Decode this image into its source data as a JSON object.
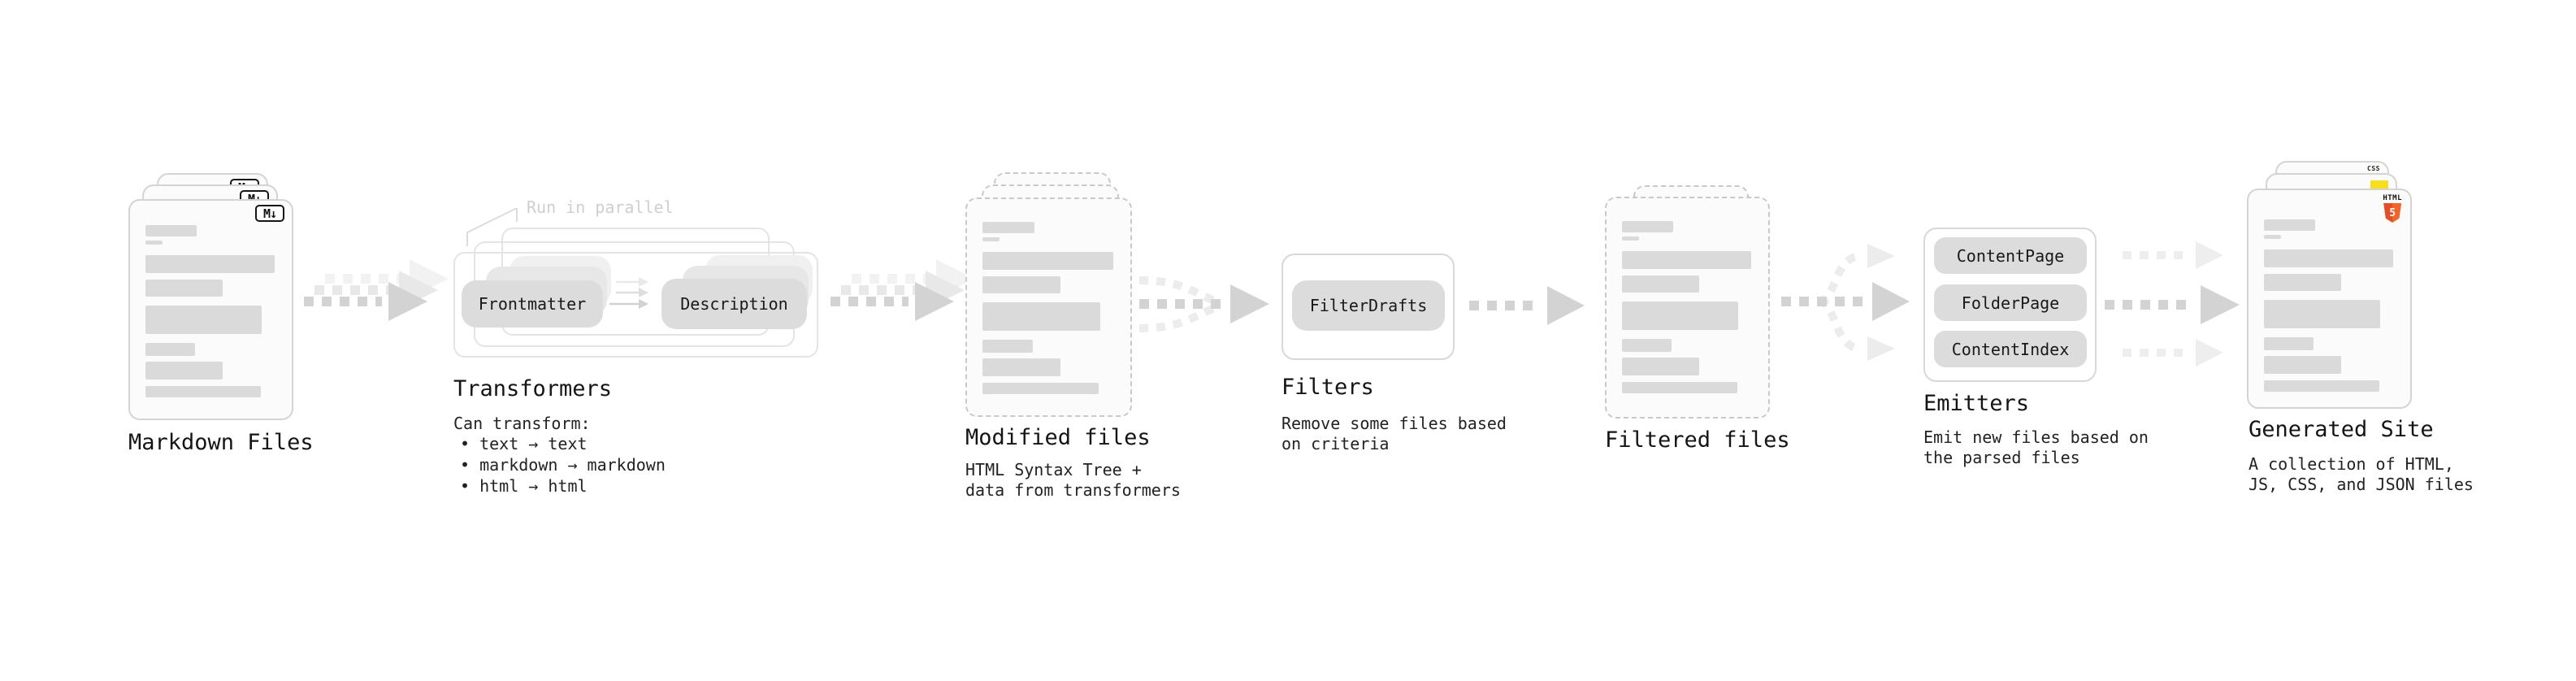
{
  "stages": {
    "markdown": {
      "label": "Markdown Files",
      "badge": "M↓"
    },
    "transformers": {
      "annotation": "Run in parallel",
      "pills": [
        "Frontmatter",
        "Description"
      ],
      "label": "Transformers",
      "desc_title": "Can transform:",
      "bullets": [
        "text → text",
        "markdown → markdown",
        "html → html"
      ]
    },
    "modified": {
      "label": "Modified files",
      "desc": "HTML Syntax Tree +\ndata from transformers"
    },
    "filters": {
      "label": "Filters",
      "pill": "FilterDrafts",
      "desc": "Remove some files based\non criteria"
    },
    "filtered": {
      "label": "Filtered files"
    },
    "emitters": {
      "label": "Emitters",
      "pills": [
        "ContentPage",
        "FolderPage",
        "ContentIndex"
      ],
      "desc": "Emit new files based on\nthe parsed files"
    },
    "generated": {
      "label": "Generated Site",
      "desc": "A collection of HTML,\nJS, CSS, and JSON files",
      "badge_html_label": "HTML",
      "badge_html_number": "5",
      "badge_css_label": "CSS"
    }
  },
  "colors": {
    "html5_orange": "#e44d26",
    "css_blue": "#2965f1",
    "js_yellow": "#f7df1e",
    "flow_arrow": "#d3d3d3",
    "flow_arrow_light": "#ececec",
    "card_border": "#d4d4d4",
    "placeholder_bar": "#dadada"
  }
}
